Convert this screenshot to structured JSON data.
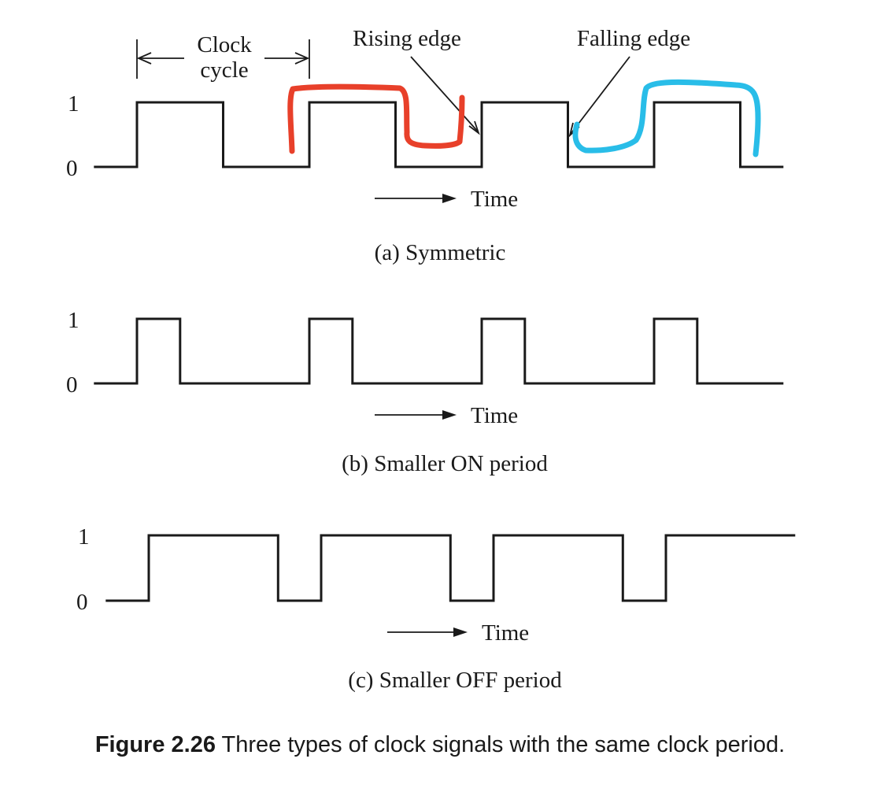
{
  "annotations": {
    "clock_cycle_line1": "Clock",
    "clock_cycle_line2": "cycle",
    "rising_edge": "Rising edge",
    "falling_edge": "Falling edge"
  },
  "axis": {
    "high": "1",
    "low": "0",
    "time": "Time"
  },
  "panels": [
    {
      "caption": "(a) Symmetric",
      "signal": [
        {
          "high": [
            0.0,
            0.5
          ]
        },
        {
          "high": [
            1.0,
            1.5
          ]
        },
        {
          "high": [
            2.0,
            2.5
          ]
        },
        {
          "high": [
            3.0,
            3.5
          ]
        }
      ],
      "time_extent": [
        -0.25,
        3.75
      ]
    },
    {
      "caption": "(b) Smaller ON period",
      "signal": [
        {
          "high": [
            0.0,
            0.25
          ]
        },
        {
          "high": [
            1.0,
            1.25
          ]
        },
        {
          "high": [
            2.0,
            2.25
          ]
        },
        {
          "high": [
            3.0,
            3.25
          ]
        }
      ],
      "time_extent": [
        -0.25,
        3.75
      ]
    },
    {
      "caption": "(c) Smaller OFF period",
      "signal": [
        {
          "high": [
            0.0,
            0.75
          ]
        },
        {
          "high": [
            1.0,
            1.75
          ]
        },
        {
          "high": [
            2.0,
            2.75
          ]
        },
        {
          "high": [
            3.0,
            3.75
          ]
        }
      ],
      "time_extent": [
        -0.25,
        3.75
      ]
    }
  ],
  "highlight_colors": {
    "red": "#e8402a",
    "blue": "#29bde8"
  },
  "figure_caption": {
    "number": "Figure 2.26",
    "text": " Three types of clock signals with the same clock period."
  }
}
